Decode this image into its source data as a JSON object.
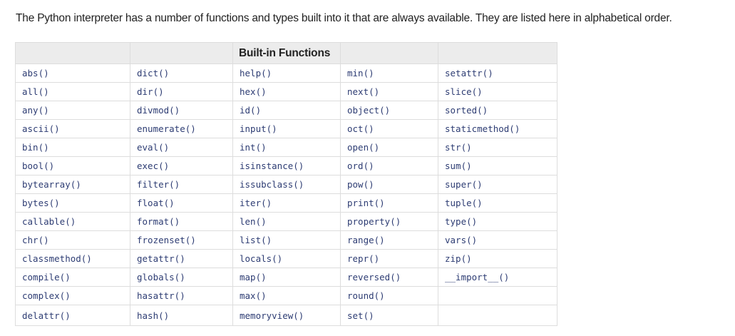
{
  "intro": "The Python interpreter has a number of functions and types built into it that are always available. They are listed here in alphabetical order.",
  "table": {
    "headers": [
      "",
      "",
      "Built-in Functions",
      "",
      ""
    ],
    "rows": [
      [
        "abs()",
        "dict()",
        "help()",
        "min()",
        "setattr()"
      ],
      [
        "all()",
        "dir()",
        "hex()",
        "next()",
        "slice()"
      ],
      [
        "any()",
        "divmod()",
        "id()",
        "object()",
        "sorted()"
      ],
      [
        "ascii()",
        "enumerate()",
        "input()",
        "oct()",
        "staticmethod()"
      ],
      [
        "bin()",
        "eval()",
        "int()",
        "open()",
        "str()"
      ],
      [
        "bool()",
        "exec()",
        "isinstance()",
        "ord()",
        "sum()"
      ],
      [
        "bytearray()",
        "filter()",
        "issubclass()",
        "pow()",
        "super()"
      ],
      [
        "bytes()",
        "float()",
        "iter()",
        "print()",
        "tuple()"
      ],
      [
        "callable()",
        "format()",
        "len()",
        "property()",
        "type()"
      ],
      [
        "chr()",
        "frozenset()",
        "list()",
        "range()",
        "vars()"
      ],
      [
        "classmethod()",
        "getattr()",
        "locals()",
        "repr()",
        "zip()"
      ],
      [
        "compile()",
        "globals()",
        "map()",
        "reversed()",
        "__import__()"
      ],
      [
        "complex()",
        "hasattr()",
        "max()",
        "round()",
        ""
      ],
      [
        "delattr()",
        "hash()",
        "memoryview()",
        "set()",
        ""
      ]
    ]
  }
}
